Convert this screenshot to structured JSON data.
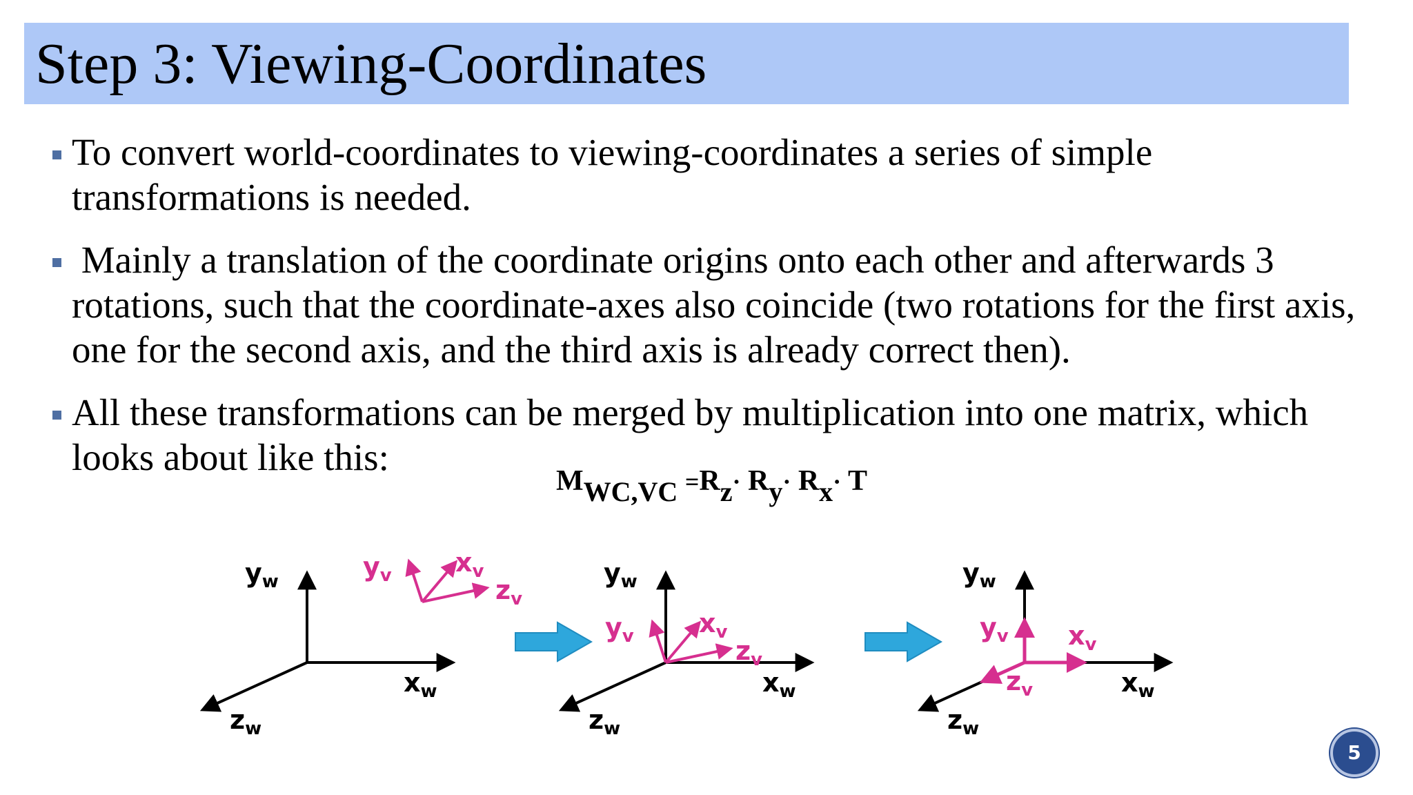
{
  "title": "Step 3: Viewing-Coordinates",
  "bullets": [
    "To convert world-coordinates to viewing-coordinates a series of simple transformations is needed.",
    " Mainly a translation of the coordinate origins onto each other and afterwards 3 rotations, such that the coordinate-axes also coincide (two rotations for the first axis, one for the second axis, and the third axis is already correct then).",
    "All these transformations can be merged by multiplication into one matrix, which looks about like this:"
  ],
  "formula": {
    "M": "M",
    "M_sub": "WC,VC",
    "equals": "=",
    "R1": "R",
    "R1_sub": "z",
    "dot1": "·",
    "R2": "R",
    "R2_sub": "y",
    "dot2": "·",
    "R3": "R",
    "R3_sub": "x",
    "dot3": "·",
    "T": "T"
  },
  "diagram": {
    "world_color": "#000000",
    "view_color": "#d62f8f",
    "arrow_color": "#2ea7dc",
    "world_x": "x",
    "world_y": "y",
    "world_z": "z",
    "world_sub": "w",
    "view_x": "x",
    "view_y": "y",
    "view_z": "z",
    "view_sub": "v"
  },
  "page_number": "5"
}
